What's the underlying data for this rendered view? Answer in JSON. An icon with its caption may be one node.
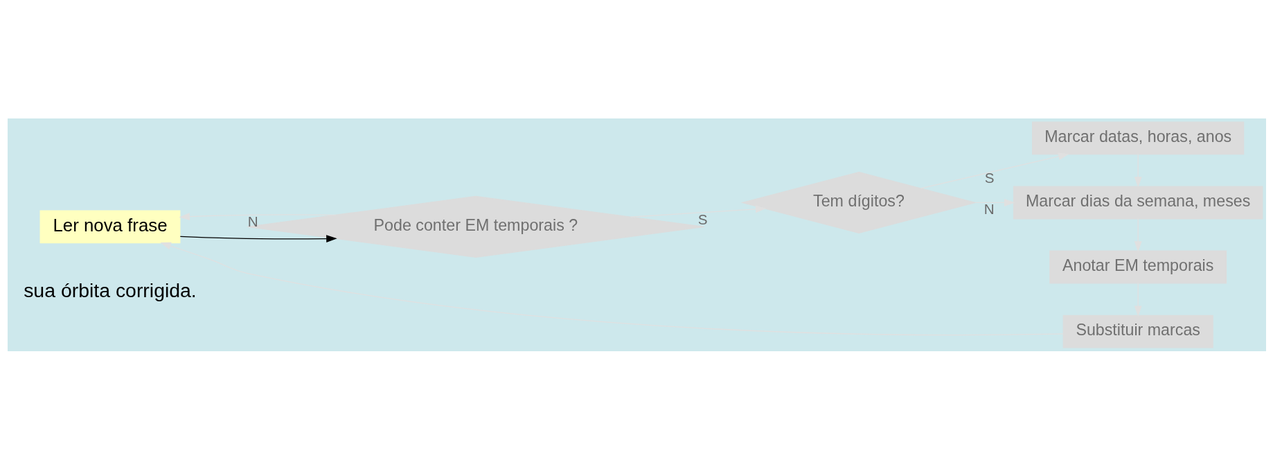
{
  "diagram": {
    "nodes": [
      {
        "text": [
          "Ler nova frase"
        ]
      },
      {
        "text": [
          "Pode conter EM temporais ?"
        ]
      },
      {
        "text": [
          "Tem dígitos?"
        ]
      },
      {
        "text": [
          "Marcar datas, horas, anos"
        ]
      },
      {
        "text": [
          "Marcar dias da semana, meses"
        ]
      },
      {
        "text": [
          "Anotar EM temporais"
        ]
      },
      {
        "text": [
          "Substituir marcas"
        ]
      }
    ],
    "edges": [
      {
        "from": 0,
        "to": 1,
        "arrow": "to",
        "color": "#000000"
      },
      {
        "from": 1,
        "to": 2,
        "arrow": "to",
        "label": "S"
      },
      {
        "from": 1,
        "to": 0,
        "arrow": "to",
        "label": "N"
      },
      {
        "from": 2,
        "to": 3,
        "arrow": "to",
        "label": "S"
      },
      {
        "from": 2,
        "to": 4,
        "arrow": "to",
        "label": "N"
      },
      {
        "from": 3,
        "to": 4,
        "arrow": "to"
      },
      {
        "from": 4,
        "to": 5,
        "arrow": "to"
      },
      {
        "from": 5,
        "to": 6,
        "arrow": "to"
      },
      {
        "from": 6,
        "to": 0,
        "arrow": "to"
      }
    ],
    "labels": [
      "sua órbita corrigida."
    ]
  }
}
